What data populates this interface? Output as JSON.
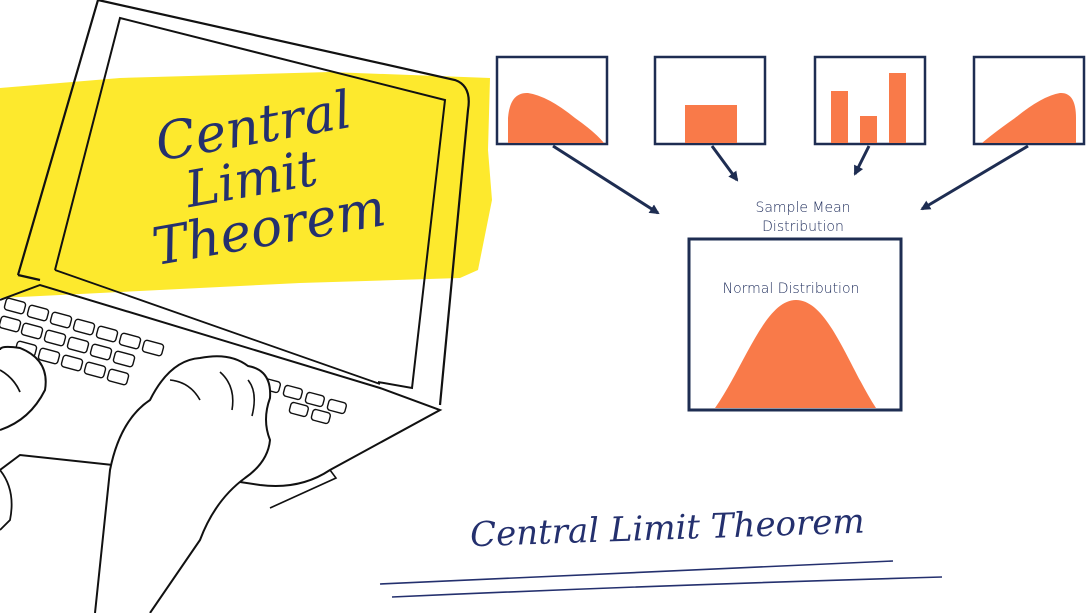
{
  "laptop_screen_title": [
    "Central",
    "Limit",
    "Theorem"
  ],
  "diagram": {
    "sample_mean_label": [
      "Sample Mean",
      "Distribution"
    ],
    "normal_label": "Normal Distribution",
    "source_distributions": [
      {
        "name": "right-skewed"
      },
      {
        "name": "uniform"
      },
      {
        "name": "irregular-bars"
      },
      {
        "name": "left-skewed"
      }
    ]
  },
  "footer_title": "Central Limit Theorem",
  "colors": {
    "accent_orange": "#f97a49",
    "navy": "#1e2d52",
    "highlight_yellow": "#fde92d",
    "ink_blue": "#24306e"
  }
}
